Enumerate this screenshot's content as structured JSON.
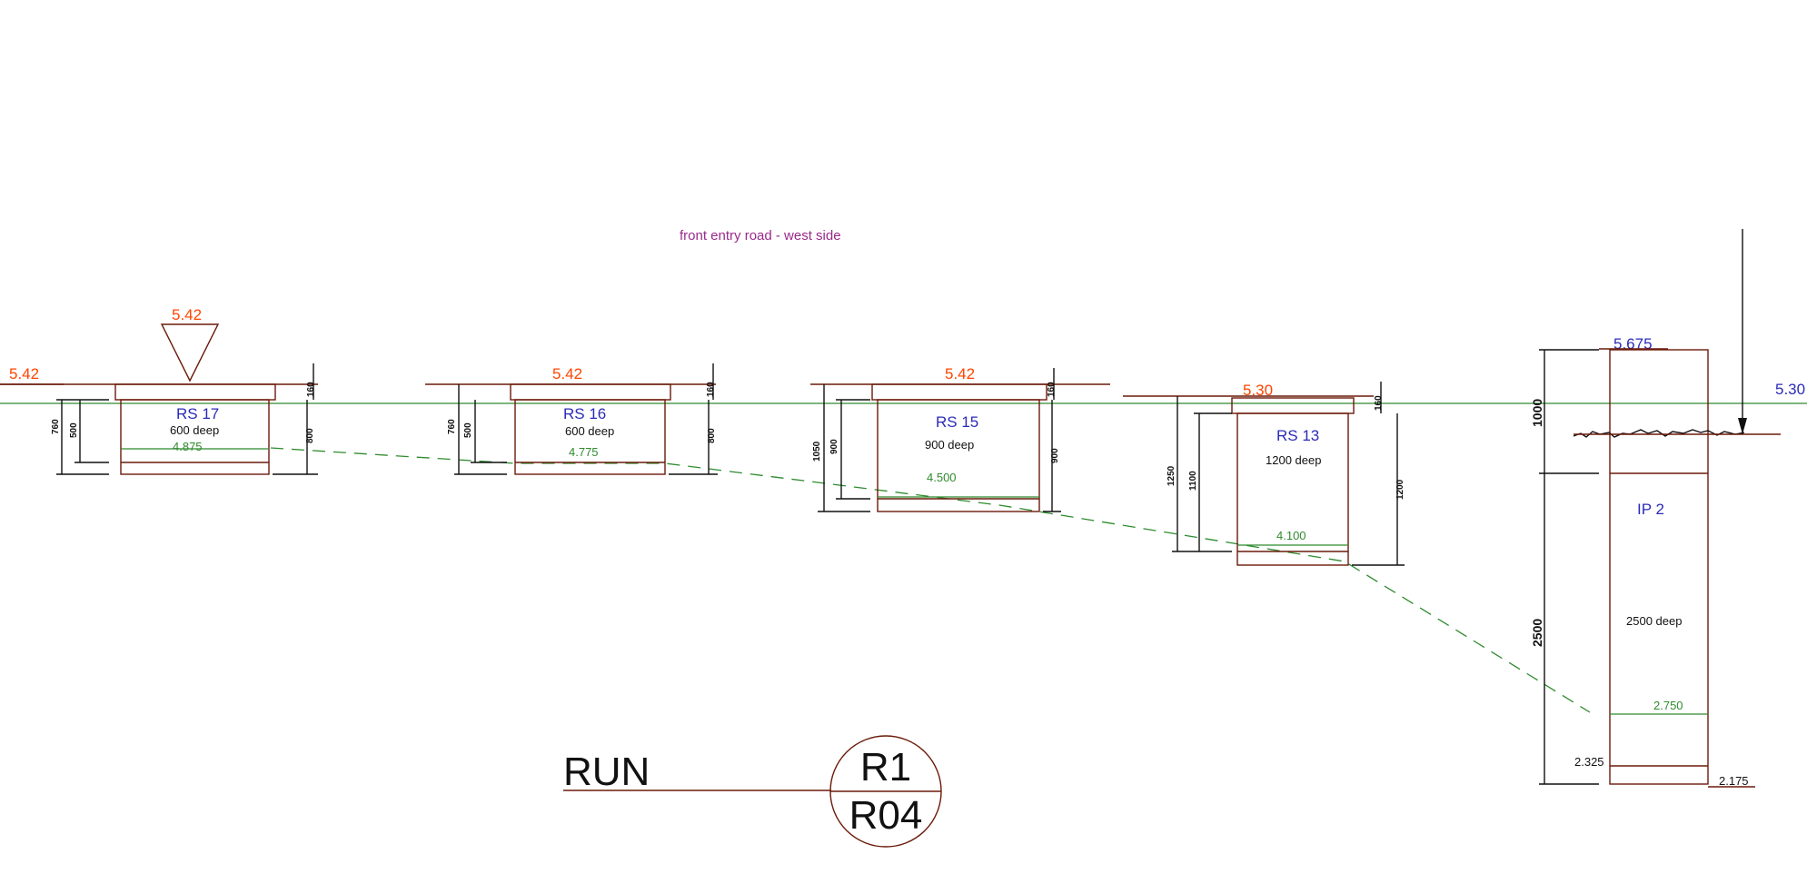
{
  "caption": "front entry road - west side",
  "pits": [
    {
      "name": "RS 17",
      "depth": "600 deep",
      "invert": "4.875",
      "level": "5.42",
      "dims": [
        "760",
        "500",
        "800",
        "160"
      ]
    },
    {
      "name": "RS 16",
      "depth": "600 deep",
      "invert": "4.775",
      "level": "5.42",
      "dims": [
        "760",
        "500",
        "800",
        "160"
      ]
    },
    {
      "name": "RS 15",
      "depth": "900 deep",
      "invert": "4.500",
      "level": "5.42",
      "dims": [
        "1050",
        "900",
        "900",
        "160"
      ]
    },
    {
      "name": "RS 13",
      "depth": "1200 deep",
      "invert": "4.100",
      "level": "5.30",
      "dims": [
        "1250",
        "1100",
        "1200",
        "160"
      ]
    }
  ],
  "left_level": "5.42",
  "triangle_level": "5.42",
  "ip": {
    "name": "IP 2",
    "depth": "2500 deep",
    "top_level": "5.675",
    "right_level": "5.30",
    "invert": "2.750",
    "bottom_left": "2.325",
    "bottom_right": "2.175",
    "dim_upper": "1000",
    "dim_lower": "2500"
  },
  "run": {
    "label": "RUN",
    "top": "R1",
    "bottom": "R04"
  }
}
